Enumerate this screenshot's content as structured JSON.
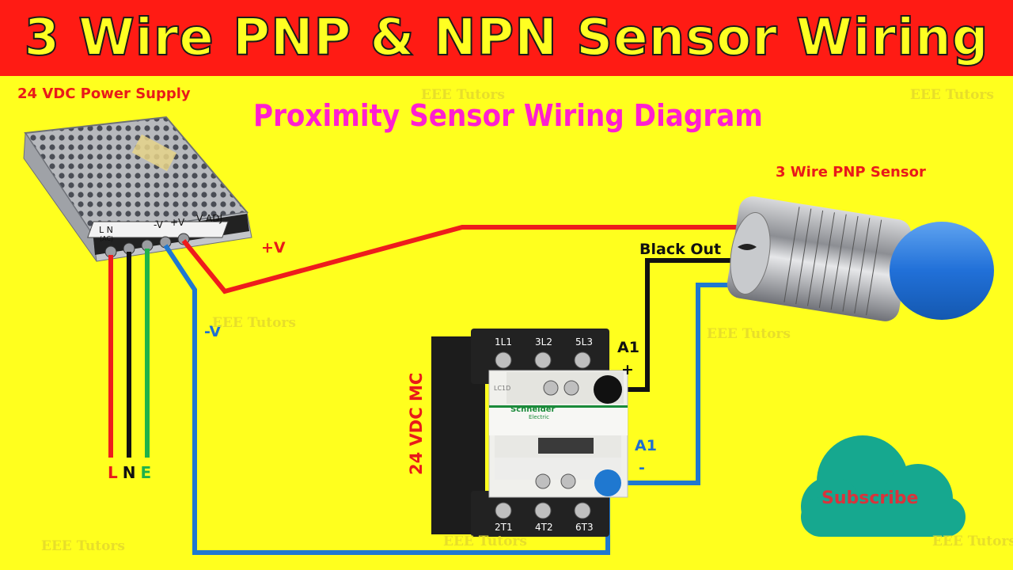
{
  "header": {
    "title": "3 Wire PNP & NPN Sensor Wiring"
  },
  "diagram": {
    "subtitle": "Proximity Sensor Wiring Diagram",
    "power_supply_label": "24 VDC Power Supply",
    "sensor_label": "3 Wire PNP Sensor",
    "contactor_label": "24 VDC MC",
    "wire_labels": {
      "plus_v": "+V",
      "minus_v": "-V",
      "black_out": "Black Out"
    },
    "coil_terminals": {
      "a1_top": "A1",
      "plus": "+",
      "a1_bottom": "A1",
      "minus": "-"
    },
    "mains": {
      "l": "L",
      "n": "N",
      "e": "E"
    },
    "supply_terminals": {
      "ln": "L  N",
      "ac": "(AC)",
      "minus_v": "-V",
      "plus_v": "+V",
      "v_adj": "V ADJ"
    },
    "contactor_terminals": {
      "t1": "1L1",
      "t2": "3L2",
      "t3": "5L3",
      "b1": "2T1",
      "b2": "4T2",
      "b3": "6T3",
      "brand": "Schneider",
      "brand_sub": "Electric",
      "model": "LC1D"
    },
    "watermark": "EEE Tutors"
  },
  "subscribe": {
    "label": "Subscribe"
  },
  "colors": {
    "banner": "#ff1b14",
    "background": "#ffff1e",
    "title_text": "#ffff22",
    "red_wire": "#ee1c1c",
    "black_wire": "#111111",
    "green_wire": "#1fb24a",
    "blue_wire": "#1f78d0",
    "cloud": "#16a88f"
  }
}
